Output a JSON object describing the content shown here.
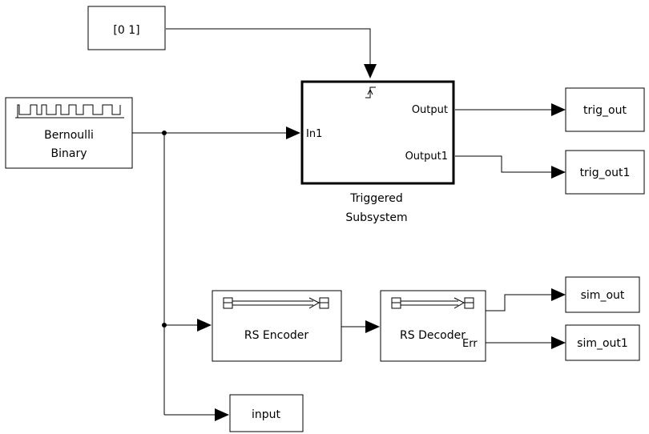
{
  "blocks": {
    "constant": {
      "value": "[0 1]"
    },
    "bernoulli": {
      "line1": "Bernoulli",
      "line2": "Binary"
    },
    "triggered_subsystem": {
      "in_port": "In1",
      "out_port1": "Output",
      "out_port2": "Output1",
      "name_line1": "Triggered",
      "name_line2": "Subsystem",
      "trigger_icon": "rising-edge-trigger-icon"
    },
    "rs_encoder": {
      "label": "RS Encoder",
      "icon": "frame-vector-arrow-icon"
    },
    "rs_decoder": {
      "label": "RS Decoder",
      "err_port": "Err",
      "icon": "frame-vector-arrow-icon"
    },
    "trig_out": {
      "label": "trig_out"
    },
    "trig_out1": {
      "label": "trig_out1"
    },
    "sim_out": {
      "label": "sim_out"
    },
    "sim_out1": {
      "label": "sim_out1"
    },
    "input": {
      "label": "input"
    }
  },
  "colors": {
    "line": "#000000",
    "background": "#ffffff"
  }
}
